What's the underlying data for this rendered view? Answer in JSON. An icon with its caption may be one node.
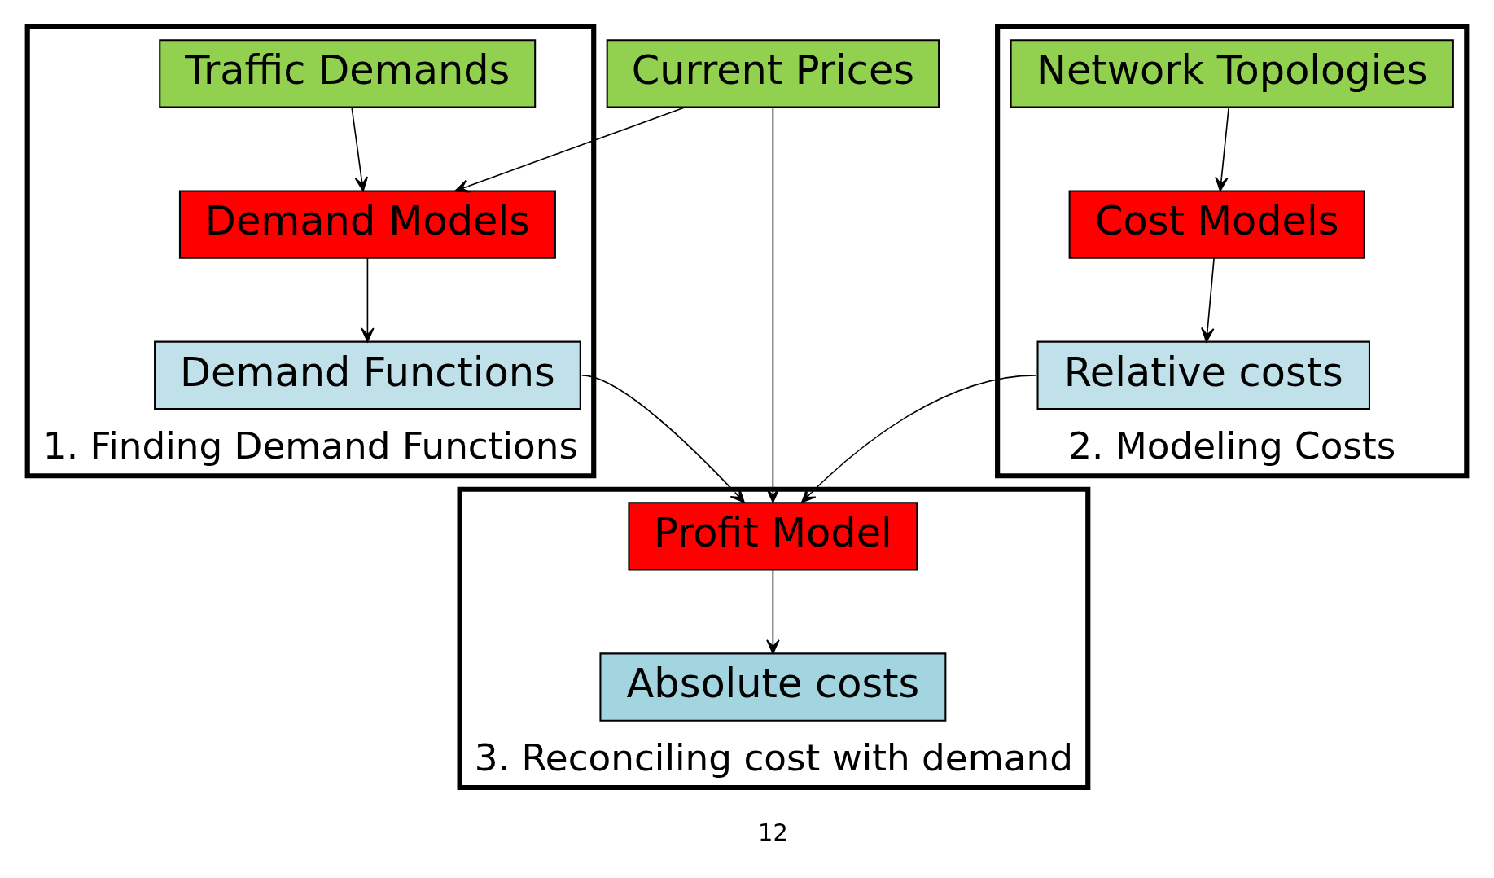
{
  "diagram": {
    "nodes": [
      {
        "text": [
          "1. Finding Demand Functions"
        ]
      },
      {
        "text": [
          "Traffic Demands"
        ],
        "in": 0
      },
      {
        "text": [
          "Demand Models"
        ],
        "in": 0
      },
      {
        "text": [
          "Demand Functions"
        ],
        "in": 0
      },
      {
        "text": [
          "Current Prices"
        ]
      },
      {
        "text": [
          "2. Modeling Costs"
        ]
      },
      {
        "text": [
          "Network Topologies"
        ],
        "in": 5
      },
      {
        "text": [
          "Cost Models"
        ],
        "in": 5
      },
      {
        "text": [
          "Relative costs"
        ],
        "in": 5
      },
      {
        "text": [
          "3. Reconciling cost with demand"
        ]
      },
      {
        "text": [
          "Profit Model"
        ],
        "in": 9
      },
      {
        "text": [
          "Absolute costs"
        ],
        "in": 9
      }
    ],
    "edges": [
      {
        "from": 1,
        "to": 2,
        "arrow": "to"
      },
      {
        "from": 4,
        "to": 2,
        "arrow": "to"
      },
      {
        "from": 2,
        "to": 3,
        "arrow": "to"
      },
      {
        "from": 4,
        "to": 10,
        "arrow": "to"
      },
      {
        "from": 3,
        "to": 10,
        "arrow": "to"
      },
      {
        "from": 8,
        "to": 10,
        "arrow": "to"
      },
      {
        "from": 6,
        "to": 7,
        "arrow": "to"
      },
      {
        "from": 7,
        "to": 8,
        "arrow": "to"
      },
      {
        "from": 10,
        "to": 11,
        "arrow": "to"
      }
    ],
    "labels": [
      "12"
    ]
  }
}
